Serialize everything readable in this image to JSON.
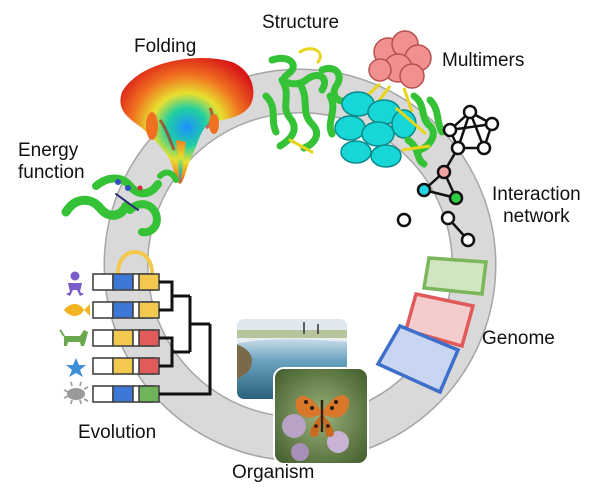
{
  "labels": {
    "folding": "Folding",
    "structure": "Structure",
    "multimers": "Multimers",
    "energy_line1": "Energy",
    "energy_line2": "function",
    "interaction_line1": "Interaction",
    "interaction_line2": "network",
    "genome": "Genome",
    "evolution": "Evolution",
    "organism": "Organism"
  },
  "colors": {
    "ring": "#d9d9d9",
    "ring_edge": "#a6a6a6",
    "genome_green": "#7cb65a",
    "genome_red": "#e05a5a",
    "genome_blue": "#3d6fc9",
    "seq_blue": "#3d78d8",
    "seq_yellow": "#f2c94c",
    "seq_red": "#e15b5b",
    "seq_green": "#6fb35b",
    "node_cyan": "#22d3e0",
    "node_pink": "#f2a4a4",
    "node_green": "#2ecc40",
    "helix_green": "#36c236",
    "helix_cyan": "#16d6d6",
    "helix_pink": "#f0908f"
  },
  "icons": [
    "person-icon",
    "fish-icon",
    "dog-icon",
    "starfish-icon",
    "bacterium-icon"
  ]
}
